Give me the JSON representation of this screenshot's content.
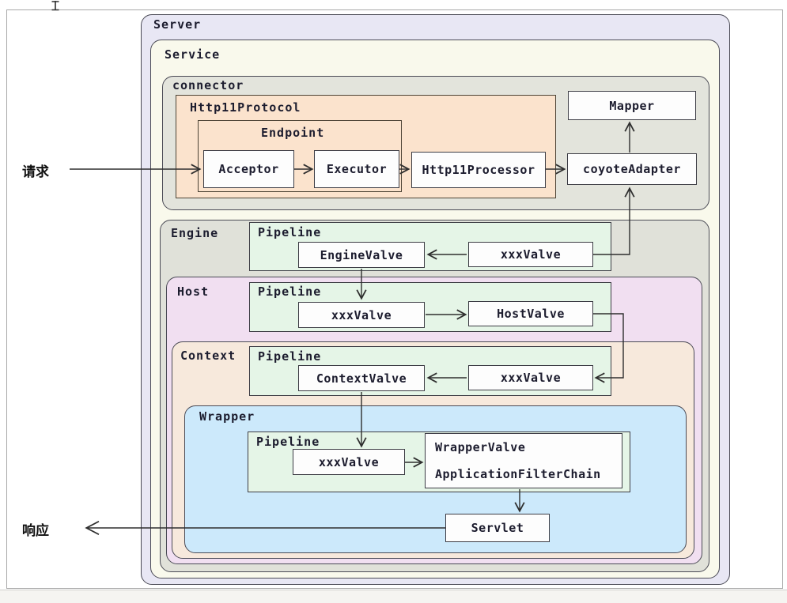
{
  "canvas": {
    "request_label": "请求",
    "response_label": "响应"
  },
  "diagram": {
    "server": {
      "label": "Server"
    },
    "service": {
      "label": "Service"
    },
    "connector": {
      "label": "connector",
      "http11protocol": {
        "label": "Http11Protocol"
      },
      "endpoint": {
        "label": "Endpoint",
        "acceptor": "Acceptor",
        "executor": "Executor"
      },
      "http11processor": "Http11Processor",
      "mapper": "Mapper",
      "coyote_adapter": "coyoteAdapter"
    },
    "engine": {
      "label": "Engine",
      "pipeline_label": "Pipeline",
      "engine_valve": "EngineValve",
      "xxx_valve": "xxxValve"
    },
    "host": {
      "label": "Host",
      "pipeline_label": "Pipeline",
      "xxx_valve": "xxxValve",
      "host_valve": "HostValve"
    },
    "context": {
      "label": "Context",
      "pipeline_label": "Pipeline",
      "context_valve": "ContextValve",
      "xxx_valve": "xxxValve"
    },
    "wrapper": {
      "label": "Wrapper",
      "pipeline_label": "Pipeline",
      "xxx_valve": "xxxValve",
      "wrapper_valve": "WrapperValve",
      "filter_chain": "ApplicationFilterChain",
      "servlet": "Servlet"
    }
  },
  "colors": {
    "server_fill": "#e8e7f4",
    "service_fill": "#f9f9ec",
    "connector_fill": "#e3e4dc",
    "protocol_fill": "#fbe3cd",
    "engine_fill": "#e0e1d9",
    "host_fill": "#f1dff1",
    "context_fill": "#f7e9dc",
    "wrapper_fill": "#cce9fb",
    "pipeline_fill": "#e5f5e7",
    "node_fill": "#fdfdfd",
    "arrow": "#2e2e2e",
    "text": "#1c1c2e"
  }
}
